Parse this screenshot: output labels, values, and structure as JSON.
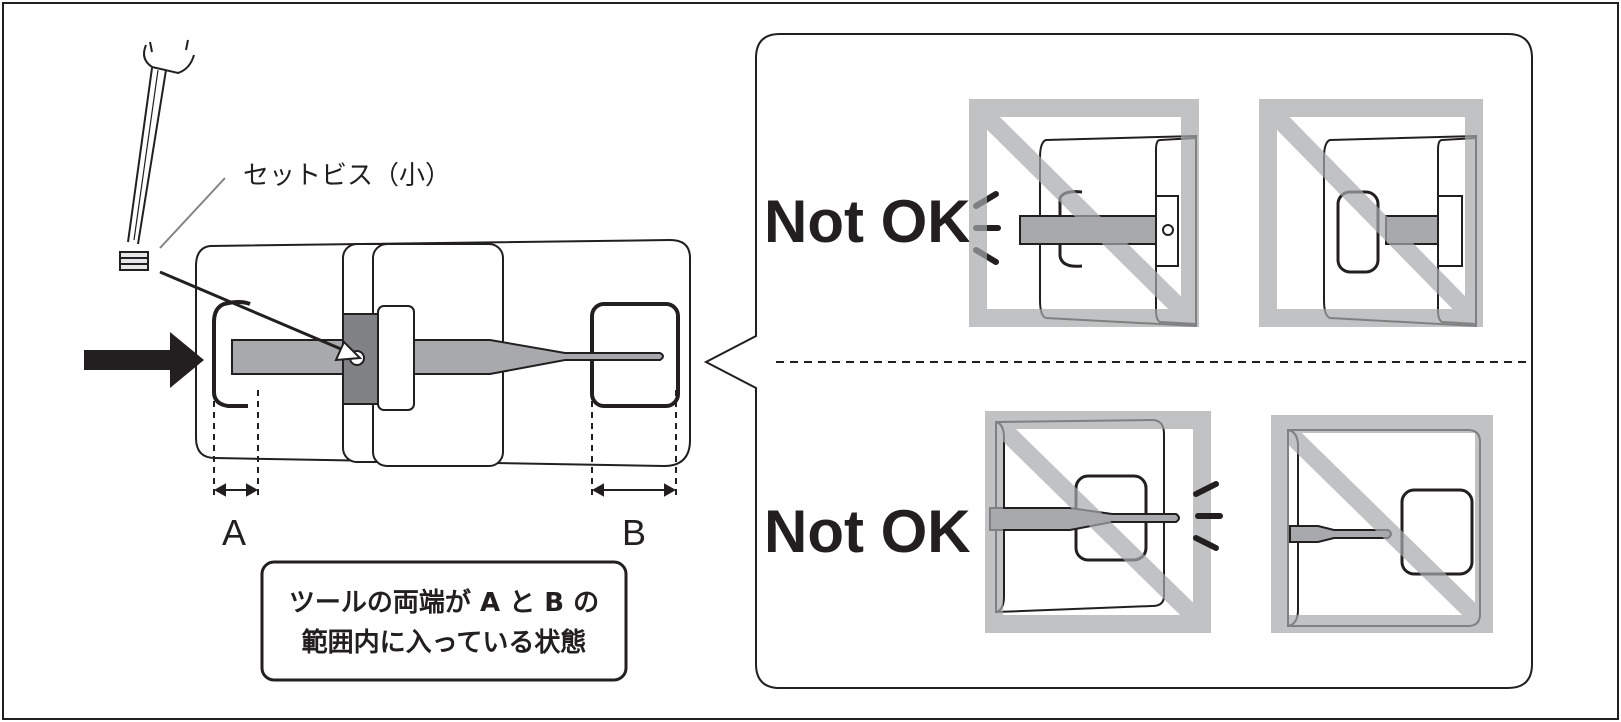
{
  "labels": {
    "set_screw": "セットビス（小）",
    "label_a": "A",
    "label_b": "B",
    "note_line1": "ツールの両端が A と B の",
    "note_line2": "範囲内に入っている状態",
    "not_ok_top": "Not OK",
    "not_ok_bottom": "Not OK"
  },
  "colors": {
    "ink": "#231f20",
    "tool_gray": "#a7a9ac",
    "prohibit_gray": "#bcbdbf",
    "slot_gray": "#808285"
  }
}
